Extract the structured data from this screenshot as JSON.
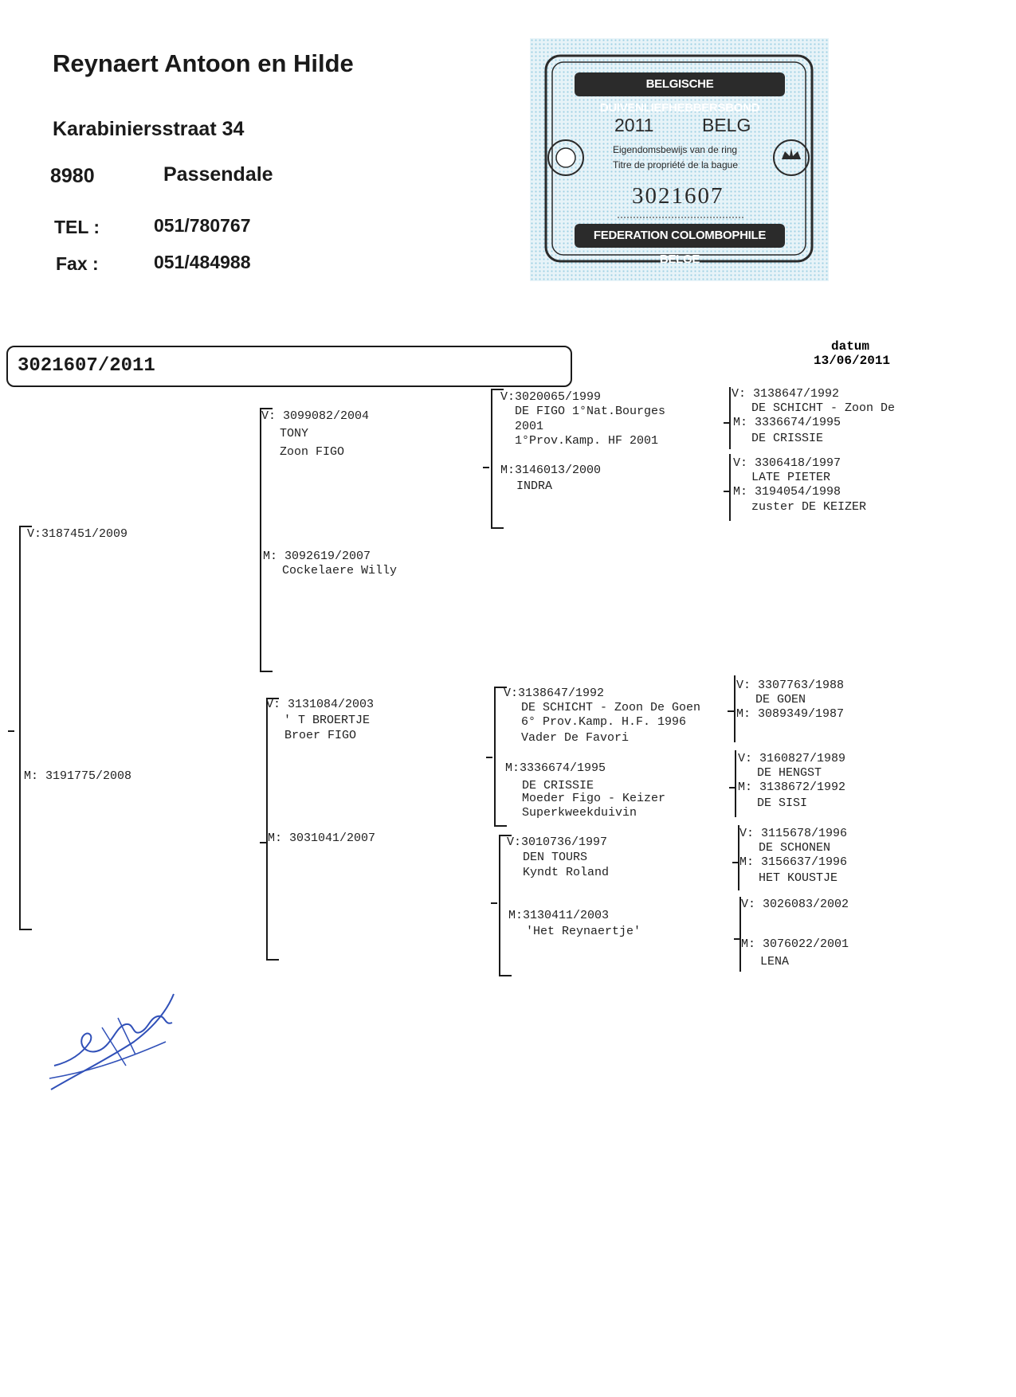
{
  "owner": {
    "name": "Reynaert Antoon en Hilde",
    "street": "Karabiniersstraat 34",
    "postcode": "8980",
    "city": "Passendale",
    "tel_label": "TEL :",
    "tel": "051/780767",
    "fax_label": "Fax :",
    "fax": "051/484988"
  },
  "ring_certificate": {
    "top_banner": "BELGISCHE DUIVENLIEFHEBBERSBOND",
    "year": "2011",
    "country": "BELG",
    "line_nl": "Eigendomsbewijs van de ring",
    "line_fr": "Titre de propriété de la bague",
    "number": "3021607",
    "bottom_banner": "FEDERATION COLOMBOPHILE BELGE"
  },
  "pedigree_id": "3021607/2011",
  "date": {
    "label": "datum",
    "value": "13/06/2011"
  },
  "gen1": {
    "father": "V:3187451/2009",
    "mother": "M: 3191775/2008"
  },
  "gen2": {
    "ff": {
      "ring": "V: 3099082/2004",
      "lines": [
        "TONY",
        "Zoon FIGO"
      ]
    },
    "fm": {
      "ring": "M: 3092619/2007",
      "lines": [
        "Cockelaere Willy"
      ]
    },
    "mf": {
      "ring": "V: 3131084/2003",
      "lines": [
        "' T BROERTJE",
        "Broer FIGO"
      ]
    },
    "mm": {
      "ring": "M: 3031041/2007",
      "lines": []
    }
  },
  "gen3": {
    "fff": {
      "ring": "V:3020065/1999",
      "lines": [
        "DE FIGO 1°Nat.Bourges",
        "2001",
        "1°Prov.Kamp. HF 2001"
      ]
    },
    "ffm": {
      "ring": "M:3146013/2000",
      "lines": [
        "INDRA"
      ]
    },
    "mff": {
      "ring": "V:3138647/1992",
      "lines": [
        "DE SCHICHT - Zoon De Goen",
        "6° Prov.Kamp. H.F. 1996",
        "Vader De Favori"
      ]
    },
    "mfm": {
      "ring": "M:3336674/1995",
      "lines": [
        "DE CRISSIE",
        "Moeder Figo - Keizer",
        "Superkweekduivin"
      ]
    },
    "mmf": {
      "ring": "V:3010736/1997",
      "lines": [
        "DEN TOURS",
        "Kyndt Roland"
      ]
    },
    "mmm": {
      "ring": "M:3130411/2003",
      "lines": [
        "'Het Reynaertje'"
      ]
    }
  },
  "gen4": {
    "ffff": {
      "ring": "V: 3138647/1992",
      "lines": [
        "DE SCHICHT - Zoon De"
      ]
    },
    "fffm": {
      "ring": "M: 3336674/1995",
      "lines": [
        "DE CRISSIE"
      ]
    },
    "ffmf": {
      "ring": "V: 3306418/1997",
      "lines": [
        "LATE PIETER"
      ]
    },
    "ffmm": {
      "ring": "M: 3194054/1998",
      "lines": [
        "zuster DE KEIZER"
      ]
    },
    "mfff": {
      "ring": "V: 3307763/1988",
      "lines": [
        "DE GOEN"
      ]
    },
    "mffm": {
      "ring": "M: 3089349/1987",
      "lines": []
    },
    "mfmf": {
      "ring": "V: 3160827/1989",
      "lines": [
        "DE HENGST"
      ]
    },
    "mfmm": {
      "ring": "M: 3138672/1992",
      "lines": [
        "DE SISI"
      ]
    },
    "mmff": {
      "ring": "V: 3115678/1996",
      "lines": [
        "DE SCHONEN"
      ]
    },
    "mmfm": {
      "ring": "M: 3156637/1996",
      "lines": [
        "HET KOUSTJE"
      ]
    },
    "mmmf": {
      "ring": "V: 3026083/2002",
      "lines": []
    },
    "mmmm": {
      "ring": "M: 3076022/2001",
      "lines": [
        "LENA"
      ]
    }
  }
}
